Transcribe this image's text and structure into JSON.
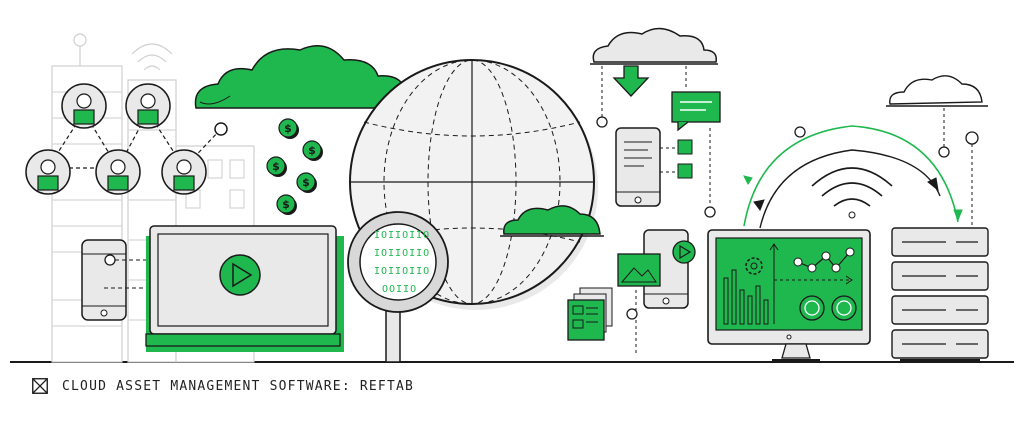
{
  "caption": {
    "text": "CLOUD ASSET MANAGEMENT SOFTWARE: REFTAB",
    "icon": "crossed-box-icon"
  },
  "colors": {
    "accent": "#1fb84f",
    "line": "#1a1a1a",
    "fill_light": "#e9e9e9",
    "fill_mid": "#d8d8d8",
    "background": "#ffffff"
  },
  "illustration": {
    "dollar_symbol": "$",
    "binary_rows": [
      "IOIIOIIO",
      "IOIIOIIO",
      "IOIIOIIO",
      "OOIIO"
    ]
  }
}
